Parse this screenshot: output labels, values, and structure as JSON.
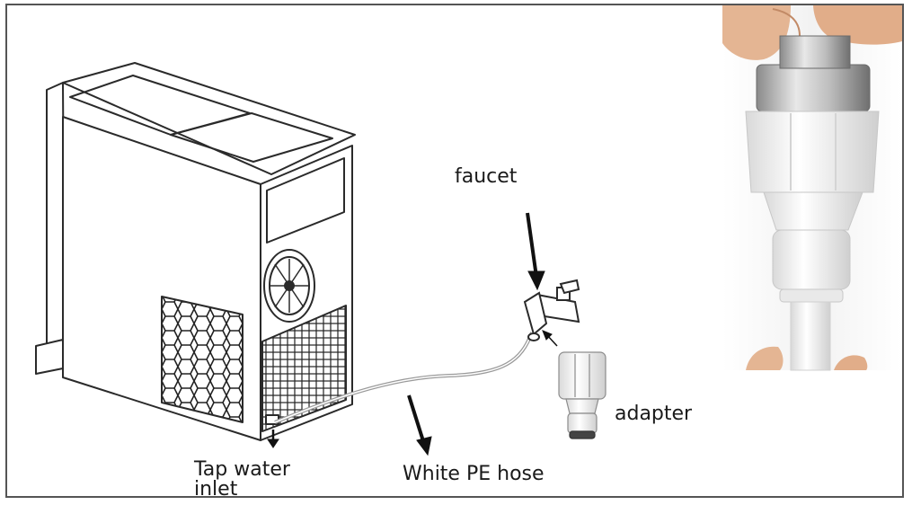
{
  "labels": {
    "faucet": "faucet",
    "adapter": "adapter",
    "hose": "White PE hose",
    "inlet_line1": "Tap water",
    "inlet_line2": "inlet"
  },
  "colors": {
    "line": "#2a2a2a",
    "hose": "#9a9a9a",
    "photo_white": "#f4f4f4",
    "skin": "#e4b593"
  }
}
